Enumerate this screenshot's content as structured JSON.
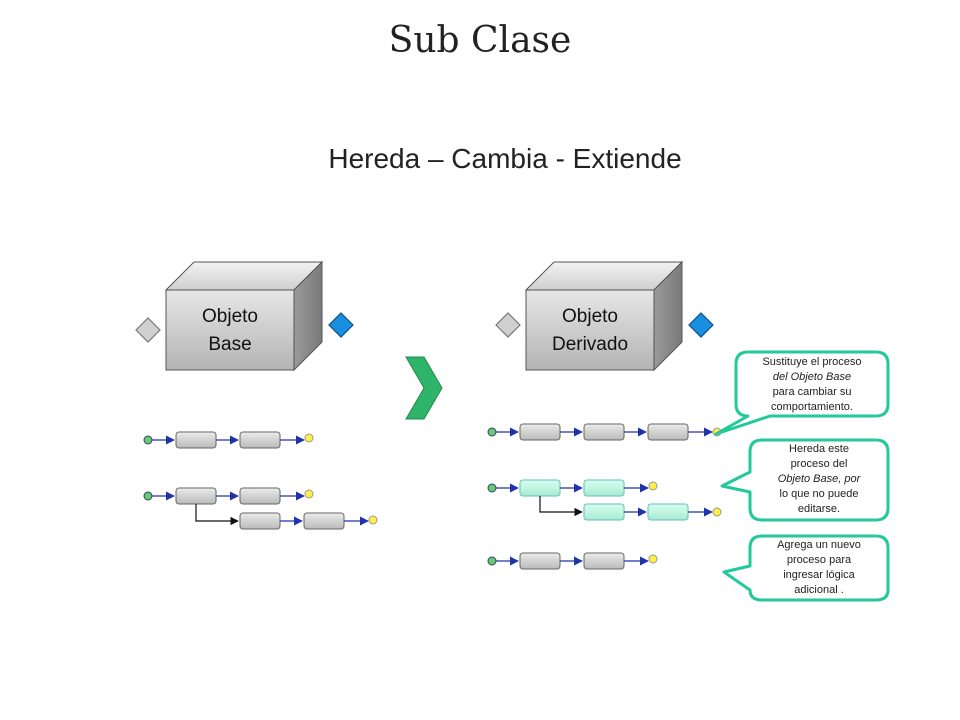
{
  "title": "Sub Clase",
  "subtitle": "Hereda – Cambia - Extiende",
  "base_object": {
    "line1": "Objeto",
    "line2": "Base"
  },
  "derived_object": {
    "line1": "Objeto",
    "line2": "Derivado"
  },
  "callouts": [
    {
      "lines": [
        "Sustituye el proceso",
        "del Objeto Base",
        "para cambiar su",
        "comportamiento."
      ],
      "italic_line": 1
    },
    {
      "lines": [
        "Hereda este",
        "proceso del",
        "Objeto Base, por",
        "lo que no puede",
        "editarse."
      ],
      "italic_line": 2
    },
    {
      "lines": [
        "Agrega un nuevo",
        "proceso para",
        "ingresar lógica",
        "adicional ."
      ],
      "italic_line": -1
    }
  ],
  "colors": {
    "box_gray": "#c8c8c8",
    "process_gray": "#cfcfcf",
    "process_teal": "#b9f3df",
    "arrow_blue": "#2233aa",
    "start_green": "#66cc66",
    "end_yellow": "#ffee44",
    "callout_border": "#22c99a",
    "chevron_green": "#2fb56a",
    "diamond_gray": "#d0d0d0",
    "diamond_blue": "#1a8fe0"
  }
}
